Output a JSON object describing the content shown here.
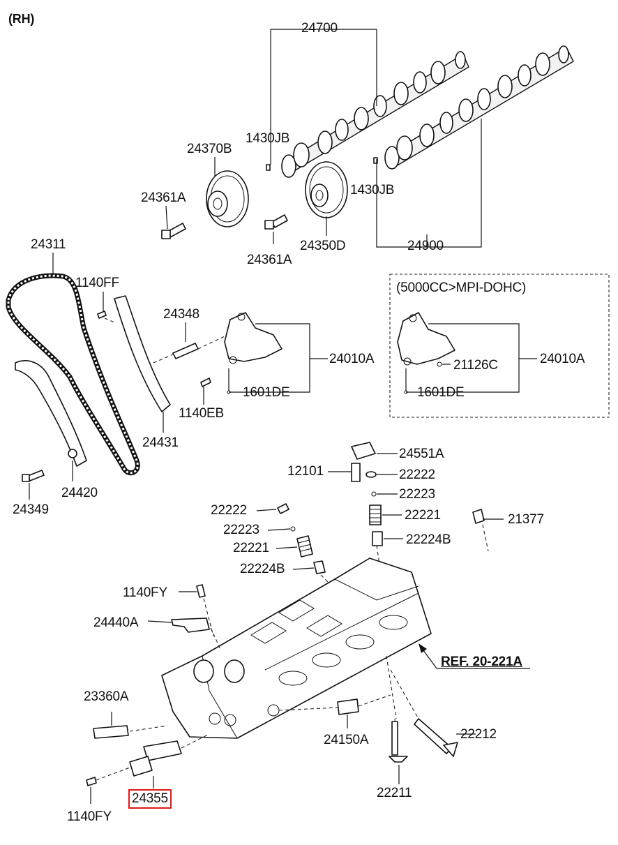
{
  "diagram": {
    "side_label": "(RH)",
    "variant_box_label": "(5000CC>MPI-DOHC)",
    "reference": "REF. 20-221A",
    "highlighted_part": "24355"
  },
  "parts": [
    {
      "id": "p24700",
      "number": "24700"
    },
    {
      "id": "p1430JB_a",
      "number": "1430JB"
    },
    {
      "id": "p24370B",
      "number": "24370B"
    },
    {
      "id": "p24361A_a",
      "number": "24361A"
    },
    {
      "id": "p1430JB_b",
      "number": "1430JB"
    },
    {
      "id": "p24350D",
      "number": "24350D"
    },
    {
      "id": "p24361A_b",
      "number": "24361A"
    },
    {
      "id": "p24900",
      "number": "24900"
    },
    {
      "id": "p24311",
      "number": "24311"
    },
    {
      "id": "p1140FF",
      "number": "1140FF"
    },
    {
      "id": "p24348",
      "number": "24348"
    },
    {
      "id": "p24010A_a",
      "number": "24010A"
    },
    {
      "id": "p1601DE_a",
      "number": "1601DE"
    },
    {
      "id": "p1140EB",
      "number": "1140EB"
    },
    {
      "id": "p24431",
      "number": "24431"
    },
    {
      "id": "p24010A_b",
      "number": "24010A"
    },
    {
      "id": "p21126C",
      "number": "21126C"
    },
    {
      "id": "p1601DE_b",
      "number": "1601DE"
    },
    {
      "id": "p24349",
      "number": "24349"
    },
    {
      "id": "p24420",
      "number": "24420"
    },
    {
      "id": "p24551A",
      "number": "24551A"
    },
    {
      "id": "p12101",
      "number": "12101"
    },
    {
      "id": "p22222_a",
      "number": "22222"
    },
    {
      "id": "p22223_a",
      "number": "22223"
    },
    {
      "id": "p22221_a",
      "number": "22221"
    },
    {
      "id": "p22224B_a",
      "number": "22224B"
    },
    {
      "id": "p21377",
      "number": "21377"
    },
    {
      "id": "p22222_b",
      "number": "22222"
    },
    {
      "id": "p22223_b",
      "number": "22223"
    },
    {
      "id": "p22221_b",
      "number": "22221"
    },
    {
      "id": "p22224B_b",
      "number": "22224B"
    },
    {
      "id": "p1140FY_a",
      "number": "1140FY"
    },
    {
      "id": "p24440A",
      "number": "24440A"
    },
    {
      "id": "p23360A",
      "number": "23360A"
    },
    {
      "id": "p24150A",
      "number": "24150A"
    },
    {
      "id": "p22212",
      "number": "22212"
    },
    {
      "id": "p22211",
      "number": "22211"
    },
    {
      "id": "p24355",
      "number": "24355"
    },
    {
      "id": "p1140FY_b",
      "number": "1140FY"
    }
  ]
}
